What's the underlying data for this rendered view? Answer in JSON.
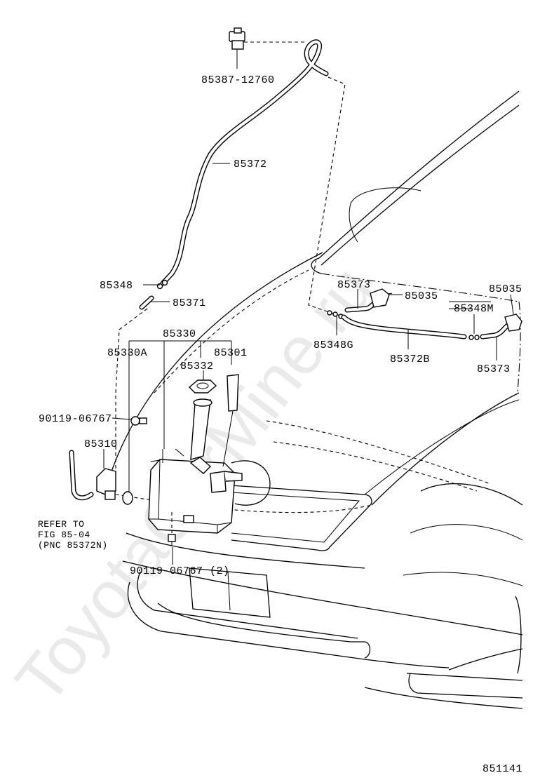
{
  "diagram": {
    "figure_number": "851141",
    "watermark": "ToyotaCarMine.ru",
    "callouts": {
      "p85387": "85387-12760",
      "p85372": "85372",
      "p85348a": "85348",
      "p85371": "85371",
      "p85330": "85330",
      "p85330A": "85330A",
      "p85301": "85301",
      "p85332": "85332",
      "p90119a": "90119-06767",
      "p85310": "85310",
      "refer1": "REFER TO",
      "refer2": "FIG 85-04",
      "refer3": "(PNC 85372N)",
      "p90119b": "90119-06767 (2)",
      "p85373a": "85373",
      "p85035a": "85035",
      "p85035b": "85035",
      "p85348M": "85348M",
      "p85348G": "85348G",
      "p85372B": "85372B",
      "p85373b": "85373"
    }
  }
}
